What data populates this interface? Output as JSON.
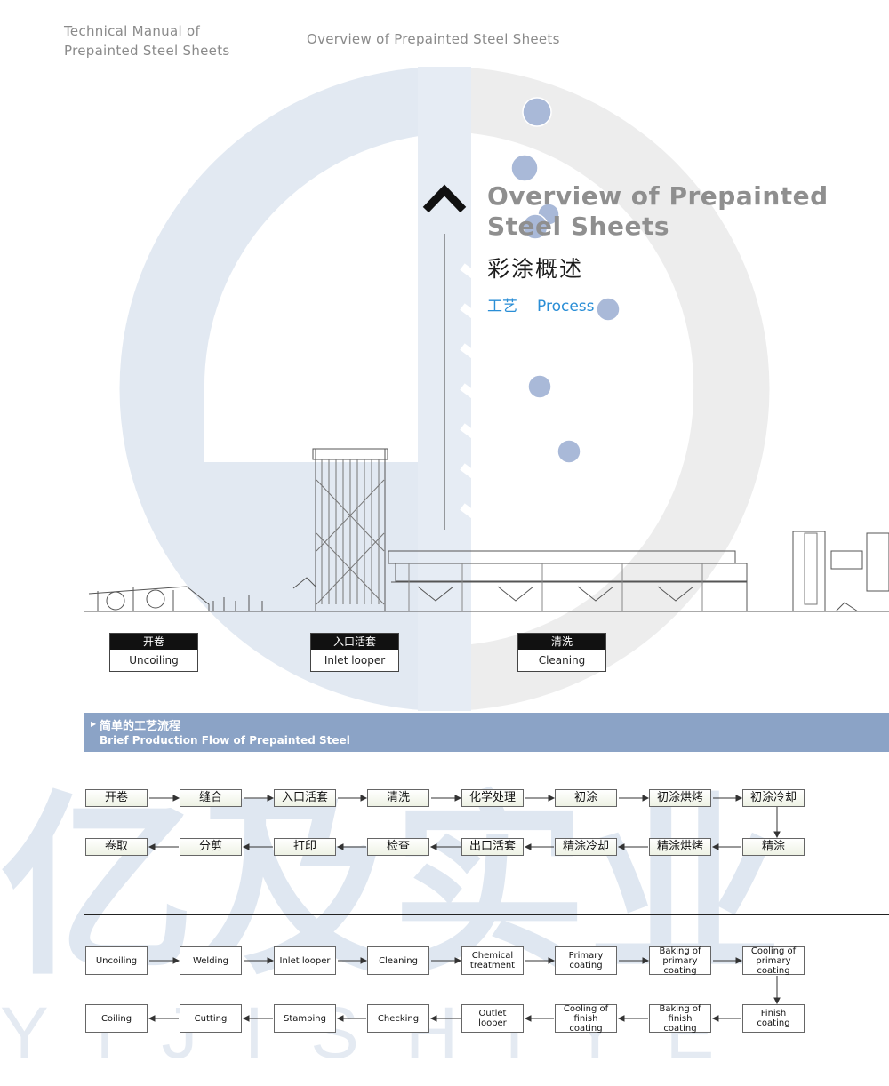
{
  "header": {
    "manual_line1": "Technical Manual of",
    "manual_line2": "Prepainted Steel Sheets",
    "section": "Overview of Prepainted Steel Sheets"
  },
  "title": {
    "en_line1": "Overview of Prepainted",
    "en_line2": "Steel Sheets",
    "cn": "彩涂概述",
    "sub_cn": "工艺",
    "sub_en": "Process"
  },
  "stages": [
    {
      "cn": "开卷",
      "en": "Uncoiling"
    },
    {
      "cn": "入口活套",
      "en": "Inlet looper"
    },
    {
      "cn": "清洗",
      "en": "Cleaning"
    }
  ],
  "banner": {
    "cn": "简单的工艺流程",
    "en": "Brief Production Flow of Prepainted Steel"
  },
  "flow_cn": {
    "row1": [
      "开卷",
      "缝合",
      "入口活套",
      "清洗",
      "化学处理",
      "初涂",
      "初涂烘烤",
      "初涂冷却"
    ],
    "row2": [
      "卷取",
      "分剪",
      "打印",
      "检查",
      "出口活套",
      "精涂冷却",
      "精涂烘烤",
      "精涂"
    ]
  },
  "flow_en": {
    "row1": [
      "Uncoiling",
      "Welding",
      "Inlet looper",
      "Cleaning",
      "Chemical treatment",
      "Primary coating",
      "Baking of primary coating",
      "Cooling of primary coating"
    ],
    "row2": [
      "Coiling",
      "Cutting",
      "Stamping",
      "Checking",
      "Outlet looper",
      "Cooling of finish coating",
      "Baking of finish coating",
      "Finish coating"
    ]
  },
  "colors": {
    "accent_blue": "#2a8ed6",
    "banner": "#8ba3c6",
    "watermark": "#e6ecf4"
  }
}
